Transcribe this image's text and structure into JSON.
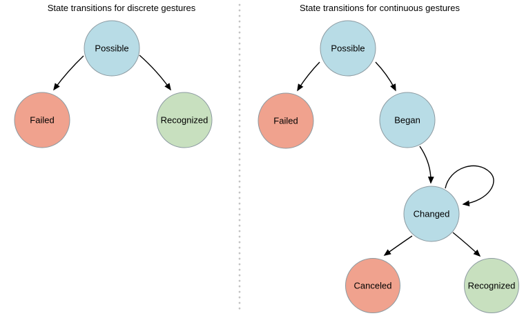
{
  "page": {
    "background": "#ffffff"
  },
  "colors": {
    "blue": "#b8dce6",
    "red": "#f0a28e",
    "green": "#c8e0bf",
    "node_border": "#8c9aa1",
    "arrow": "#000000",
    "divider": "#c3c3c3",
    "text": "#000000"
  },
  "discrete": {
    "title": "State transitions for discrete gestures",
    "nodes": {
      "possible": {
        "label": "Possible"
      },
      "failed": {
        "label": "Failed"
      },
      "recognized": {
        "label": "Recognized"
      }
    },
    "transitions": [
      {
        "from": "Possible",
        "to": "Failed"
      },
      {
        "from": "Possible",
        "to": "Recognized"
      }
    ]
  },
  "continuous": {
    "title": "State transitions for continuous gestures",
    "nodes": {
      "possible": {
        "label": "Possible"
      },
      "failed": {
        "label": "Failed"
      },
      "began": {
        "label": "Began"
      },
      "changed": {
        "label": "Changed"
      },
      "canceled": {
        "label": "Canceled"
      },
      "recognized": {
        "label": "Recognized"
      }
    },
    "transitions": [
      {
        "from": "Possible",
        "to": "Failed"
      },
      {
        "from": "Possible",
        "to": "Began"
      },
      {
        "from": "Began",
        "to": "Changed"
      },
      {
        "from": "Changed",
        "to": "Changed"
      },
      {
        "from": "Changed",
        "to": "Canceled"
      },
      {
        "from": "Changed",
        "to": "Recognized"
      }
    ]
  }
}
